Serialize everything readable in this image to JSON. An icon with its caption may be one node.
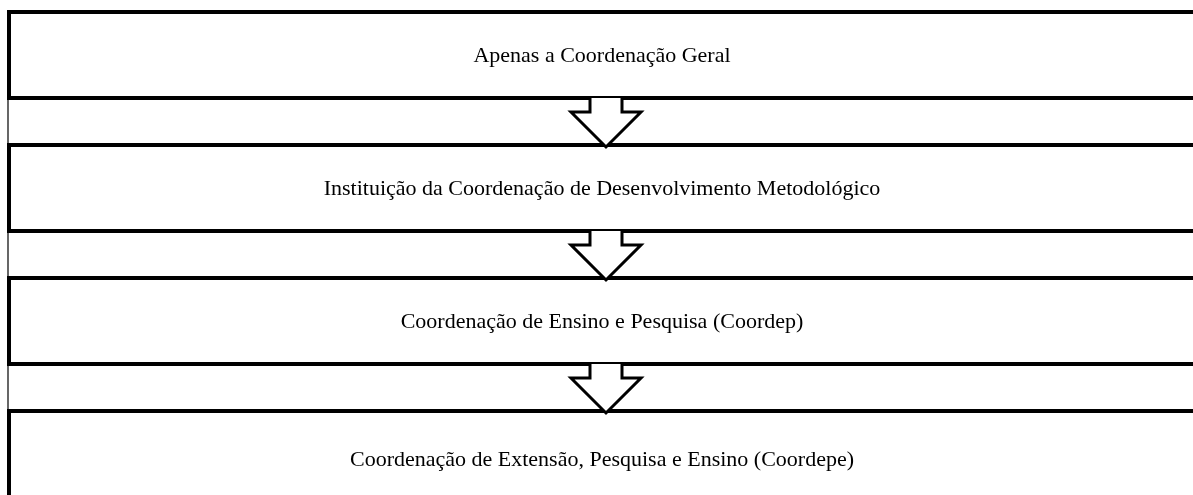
{
  "diagram": {
    "nodes": [
      {
        "text": [
          "Apenas a Coordenação Geral"
        ]
      },
      {
        "text": [
          "Instituição da Coordenação de Desenvolvimento Metodológico"
        ]
      },
      {
        "text": [
          "Coordenação de Ensino e Pesquisa (Coordep)"
        ]
      },
      {
        "text": [
          "Coordenação de Extensão, Pesquisa e Ensino (Coordepe)"
        ]
      }
    ],
    "edges": [
      {
        "from": 0,
        "to": 1,
        "arrow": "to"
      },
      {
        "from": 1,
        "to": 2,
        "arrow": "to"
      },
      {
        "from": 2,
        "to": 3,
        "arrow": "to"
      }
    ]
  }
}
